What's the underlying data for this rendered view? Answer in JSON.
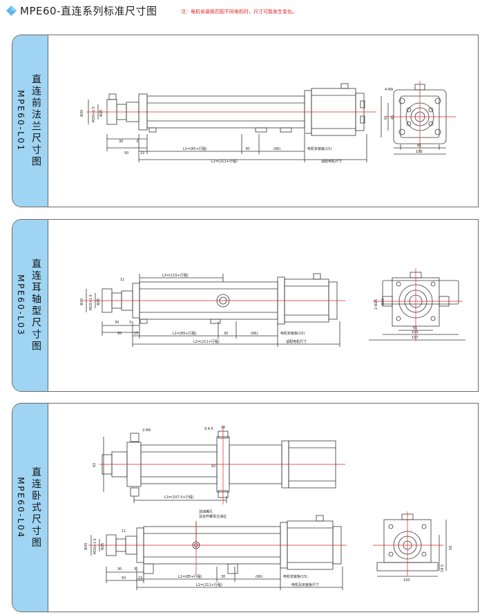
{
  "header": {
    "title": "MPE60-直连系列标准尺寸图",
    "note": "注：电机安装板匹配不同电机时，尺寸可能发生变化。"
  },
  "panels": [
    {
      "id": "L01",
      "name_cn": "直连前法兰尺寸图",
      "code": "MPE60-L01",
      "dims": {
        "rod_thread": "M20×1.5",
        "rod_dia": "Φ30",
        "shaft_dia": "Φ25",
        "d30": "30",
        "d3": "3",
        "d50": "50",
        "d15": "15",
        "L1": "L1=(85+行程)",
        "d30b": "30",
        "d66": "(66)",
        "motor_plate": "电机安装板(15)",
        "L2": "L2=(211+行程)",
        "motor_size": "适配电机尺寸",
        "holes": "4-Φ9",
        "d61": "61",
        "d45": "45",
        "w81": "81",
        "w100": "100"
      }
    },
    {
      "id": "L03",
      "name_cn": "直连耳轴型尺寸图",
      "code": "MPE60-L03",
      "dims": {
        "L3": "L3=(115+行程)",
        "d11": "11",
        "rod_thread": "M20×1.5",
        "rod_dia": "Φ30",
        "shaft_dia": "Φ25",
        "d30": "30",
        "d3": "3",
        "d50": "50",
        "d15": "15",
        "L1": "L1=(85+行程)",
        "d30b": "30",
        "d66": "(66)",
        "motor_plate": "电机安装板(15)",
        "L2": "L2=(211+行程)",
        "motor_size": "适配电机尺寸",
        "trunnion_dia": "2-Φ25",
        "trunnion_dia2": "Φ20",
        "d61": "61",
        "w105": "105",
        "w157": "157"
      }
    },
    {
      "id": "L04",
      "name_cn": "直连卧式尺寸图",
      "code": "MPE60-L04",
      "dims": {
        "holes": "2-Φ9",
        "slot": "9.4.5",
        "d10": "10",
        "d62": "62",
        "d92": "92",
        "L3": "L3=(107.5+行程)",
        "grease1": "加油嘴孔",
        "grease2": "及丝杆螺母注油位",
        "d11": "11",
        "rod_thread": "M20×1.5",
        "rod_dia": "Φ30",
        "shaft_dia": "Φ25",
        "d30": "30",
        "d3": "3",
        "d50": "50",
        "d15": "15",
        "L1": "L1=(85+行程)",
        "d30b": "30",
        "d66": "(66)",
        "motor_plate": "电机安装板(15)",
        "L2": "L2=(211+行程)",
        "motor_size": "电机及安装板尺寸",
        "h50": "50",
        "h19": "19.5",
        "w100": "100"
      }
    }
  ],
  "colors": {
    "tab": "#9fd4f2",
    "centerline": "#e02020",
    "line": "#333333"
  }
}
